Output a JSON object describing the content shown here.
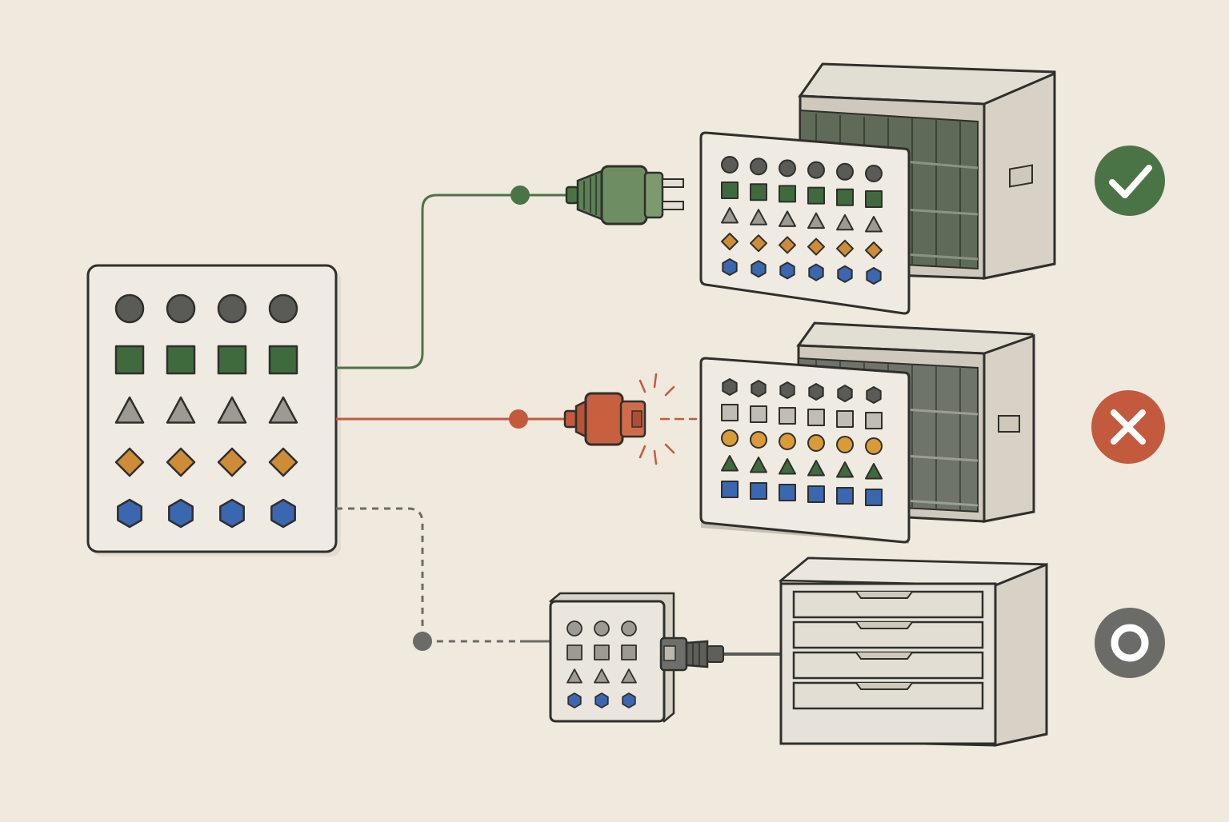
{
  "colors": {
    "background": "#efe9de",
    "outline": "#2f2f2c",
    "panel_fill": "#efebe3",
    "box_fill": "#e7e2d9",
    "box_side": "#d8d2c6",
    "rack_dark": "#5f6b58",
    "green": "#4b7446",
    "red": "#c35a3e",
    "gray": "#6b6b67",
    "dark_circle": "#5a5a57",
    "square_green": "#3f6a3e",
    "triangle_gray": "#9c9a93",
    "diamond_orange": "#cf8c38",
    "hex_blue": "#3b67b1",
    "square_gray": "#c1bdb5",
    "dot_orange": "#d99a38"
  },
  "source_panel": {
    "rows": [
      {
        "shape": "circle",
        "color": "dark_circle",
        "count": 4
      },
      {
        "shape": "square",
        "color": "square_green",
        "count": 4
      },
      {
        "shape": "triangle",
        "color": "triangle_gray",
        "count": 4
      },
      {
        "shape": "diamond",
        "color": "diamond_orange",
        "count": 4
      },
      {
        "shape": "hexagon",
        "color": "hex_blue",
        "count": 4
      }
    ]
  },
  "connections": [
    {
      "id": "compatible",
      "line_style": "solid",
      "color": "green",
      "connector": "green-plug-icon",
      "status_icon": "check-icon"
    },
    {
      "id": "incompatible",
      "line_style": "solid",
      "color": "red",
      "connector": "red-plug-icon",
      "status_icon": "cross-icon"
    },
    {
      "id": "adapted",
      "line_style": "dashed",
      "color": "gray",
      "connector": "adapter-plug-icon",
      "status_icon": "ring-icon"
    }
  ],
  "targets": {
    "compatible_rack": {
      "rows": [
        {
          "shape": "circle",
          "color": "dark_circle",
          "count": 6
        },
        {
          "shape": "square",
          "color": "square_green",
          "count": 6
        },
        {
          "shape": "triangle",
          "color": "triangle_gray",
          "count": 6
        },
        {
          "shape": "diamond",
          "color": "diamond_orange",
          "count": 6
        },
        {
          "shape": "hexagon",
          "color": "hex_blue",
          "count": 6
        }
      ]
    },
    "incompatible_rack": {
      "rows": [
        {
          "shape": "hexagon",
          "color": "dark_circle",
          "count": 6
        },
        {
          "shape": "square",
          "color": "square_gray",
          "count": 6
        },
        {
          "shape": "circle",
          "color": "dot_orange",
          "count": 6
        },
        {
          "shape": "triangle",
          "color": "square_green",
          "count": 6
        },
        {
          "shape": "square",
          "color": "hex_blue",
          "count": 6
        }
      ]
    },
    "adapter_box": {
      "rows": [
        {
          "shape": "circle",
          "color": "triangle_gray",
          "count": 3
        },
        {
          "shape": "square",
          "color": "triangle_gray",
          "count": 3
        },
        {
          "shape": "triangle",
          "color": "triangle_gray",
          "count": 3
        },
        {
          "shape": "hexagon",
          "color": "hex_blue",
          "count": 3
        }
      ]
    },
    "drawer_cabinet": {
      "drawer_count": 4
    }
  },
  "status_icons": [
    {
      "name": "check-icon",
      "color": "green"
    },
    {
      "name": "cross-icon",
      "color": "red"
    },
    {
      "name": "ring-icon",
      "color": "gray"
    }
  ]
}
